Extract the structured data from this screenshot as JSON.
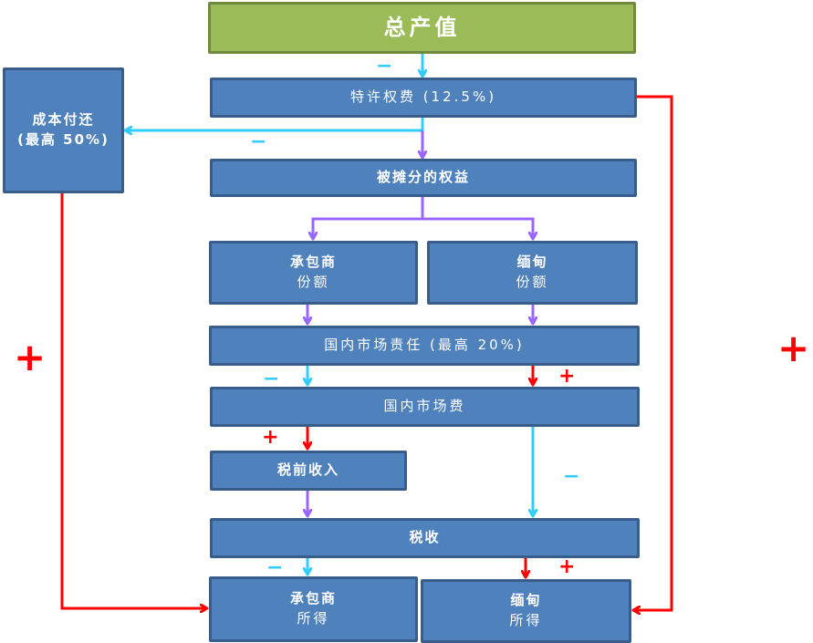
{
  "colors": {
    "box_fill": "#4f81bd",
    "box_border": "#385d8a",
    "title_fill": "#9bbb59",
    "title_border": "#71893f",
    "deduct_arrow": "#33ccff",
    "add_arrow": "#ff0000",
    "flow_arrow": "#9966ff"
  },
  "nodes": {
    "gross_output": "总产值",
    "royalty": "特许权费 (12.5%)",
    "cost_recovery_line1": "成本付还",
    "cost_recovery_line2": "(最高 50%)",
    "shared_equity": "被摊分的权益",
    "contractor_share_line1": "承包商",
    "contractor_share_line2": "份额",
    "myanmar_share_line1": "缅甸",
    "myanmar_share_line2": "份额",
    "domestic_market_obligation": "国内市场责任 (最高 20%)",
    "domestic_market_fee": "国内市场费",
    "pretax_income": "税前收入",
    "tax": "税收",
    "contractor_income_line1": "承包商",
    "contractor_income_line2": "所得",
    "myanmar_income_line1": "缅甸",
    "myanmar_income_line2": "所得"
  },
  "signs": {
    "minus": "−",
    "plus": "+"
  }
}
